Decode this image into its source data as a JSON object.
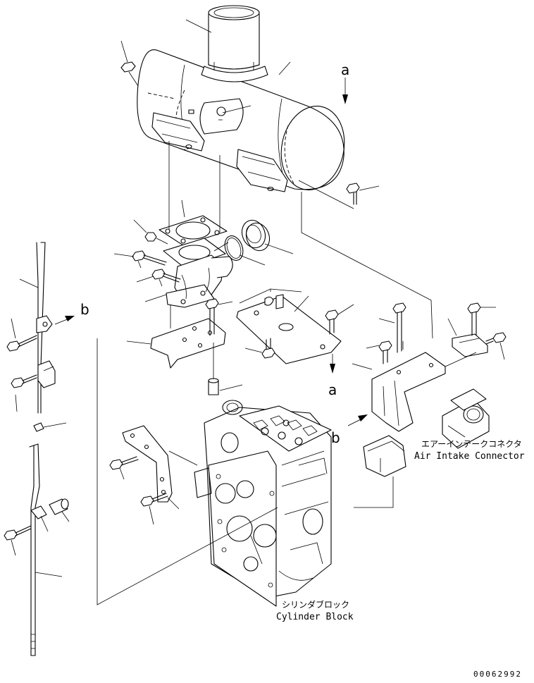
{
  "view_letters": {
    "a_top": "a",
    "a_bottom": "a",
    "b_left": "b",
    "b_right": "b"
  },
  "labels": {
    "air_intake_jp": "エアーインテークコネクタ",
    "air_intake_en": "Air Intake Connector",
    "cylinder_block_jp": "シリンダブロック",
    "cylinder_block_en": "Cylinder Block"
  },
  "figure_number": "00062992"
}
